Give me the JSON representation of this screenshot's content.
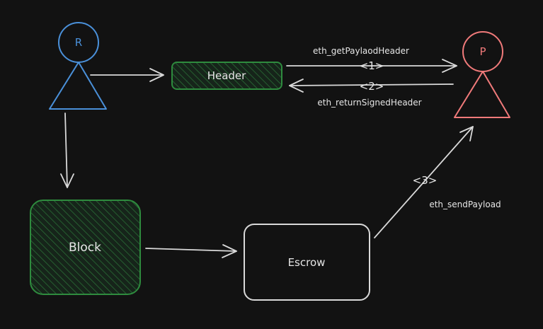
{
  "nodes": {
    "r": {
      "label": "R",
      "color": "#4a90d9"
    },
    "p": {
      "label": "P",
      "color": "#f07a7a"
    },
    "header": {
      "label": "Header",
      "color": "#2e8b3e"
    },
    "block": {
      "label": "Block",
      "color": "#2e8b3e"
    },
    "escrow": {
      "label": "Escrow",
      "color": "#d9d9d9"
    }
  },
  "edges": {
    "get_header": {
      "method": "eth_getPaylaodHeader",
      "step": "<1>"
    },
    "return_header": {
      "method": "eth_returnSignedHeader",
      "step": "<2>"
    },
    "send_payload": {
      "method": "eth_sendPayload",
      "step": "<3>"
    }
  },
  "colors": {
    "background": "#121212",
    "text": "#e6e6e6",
    "arrow": "#d9d9d9",
    "hatch": "#1f5a2a"
  }
}
